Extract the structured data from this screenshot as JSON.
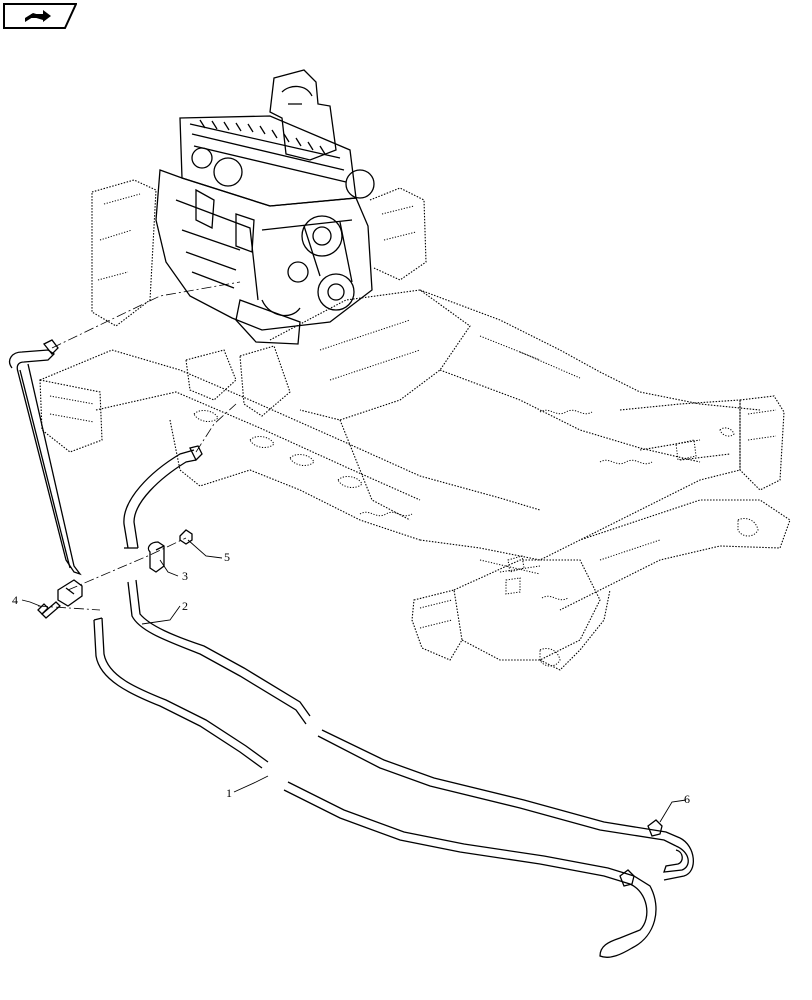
{
  "nav_icon": "book-arrow-icon",
  "callouts": {
    "c1": "1",
    "c2": "2",
    "c3": "3",
    "c4": "4",
    "c5": "5",
    "c6": "6"
  }
}
